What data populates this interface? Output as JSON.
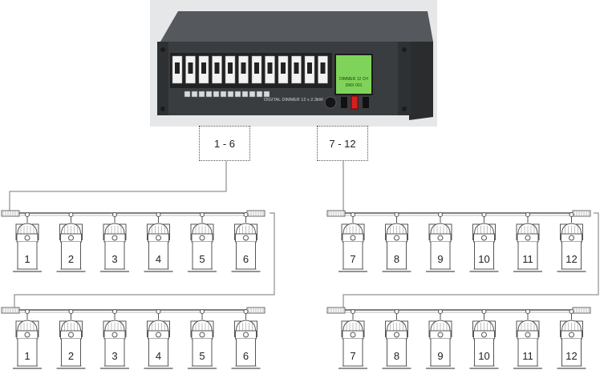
{
  "device": {
    "name_label": "DIGITAL DIMMER 12 x 2.3kW",
    "display_line1": "DIMMER 12 CH",
    "display_line2": "DMX 001"
  },
  "groups": [
    {
      "label": "1 - 6",
      "channels": [
        "1",
        "2",
        "3",
        "4",
        "5",
        "6"
      ]
    },
    {
      "label": "7 - 12",
      "channels": [
        "7",
        "8",
        "9",
        "10",
        "11",
        "12"
      ]
    }
  ],
  "rows": 2,
  "colors": {
    "device_body": "#3a3d40",
    "display": "#7fd35a",
    "breaker": "#f2f2f2",
    "switch_red": "#d62020"
  }
}
